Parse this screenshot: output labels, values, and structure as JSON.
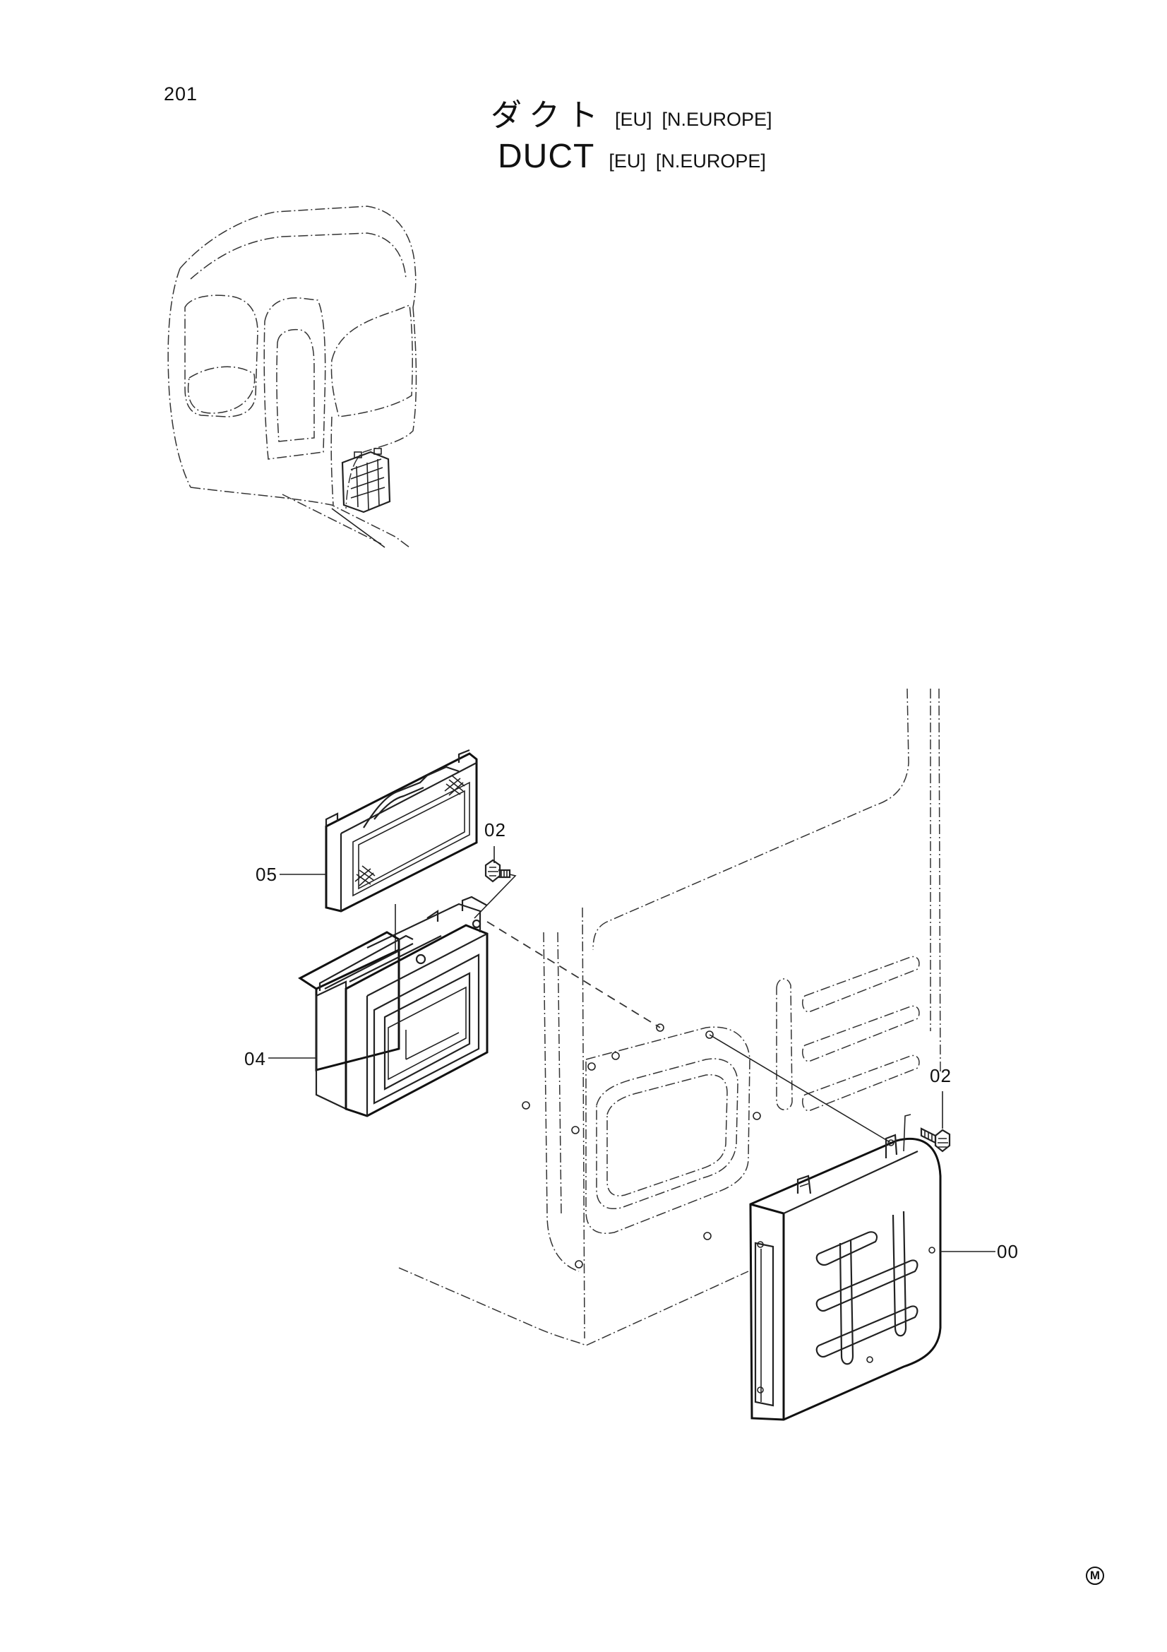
{
  "page": {
    "number": "201"
  },
  "title": {
    "japanese": "ダクト",
    "english": "DUCT",
    "tags": [
      "[EU]",
      "[N.EUROPE]"
    ]
  },
  "callouts": [
    {
      "id": "05",
      "label": "05"
    },
    {
      "id": "02a",
      "label": "02"
    },
    {
      "id": "04",
      "label": "04"
    },
    {
      "id": "02b",
      "label": "02"
    },
    {
      "id": "00",
      "label": "00"
    }
  ],
  "footer": {
    "maker_mark": "M"
  }
}
